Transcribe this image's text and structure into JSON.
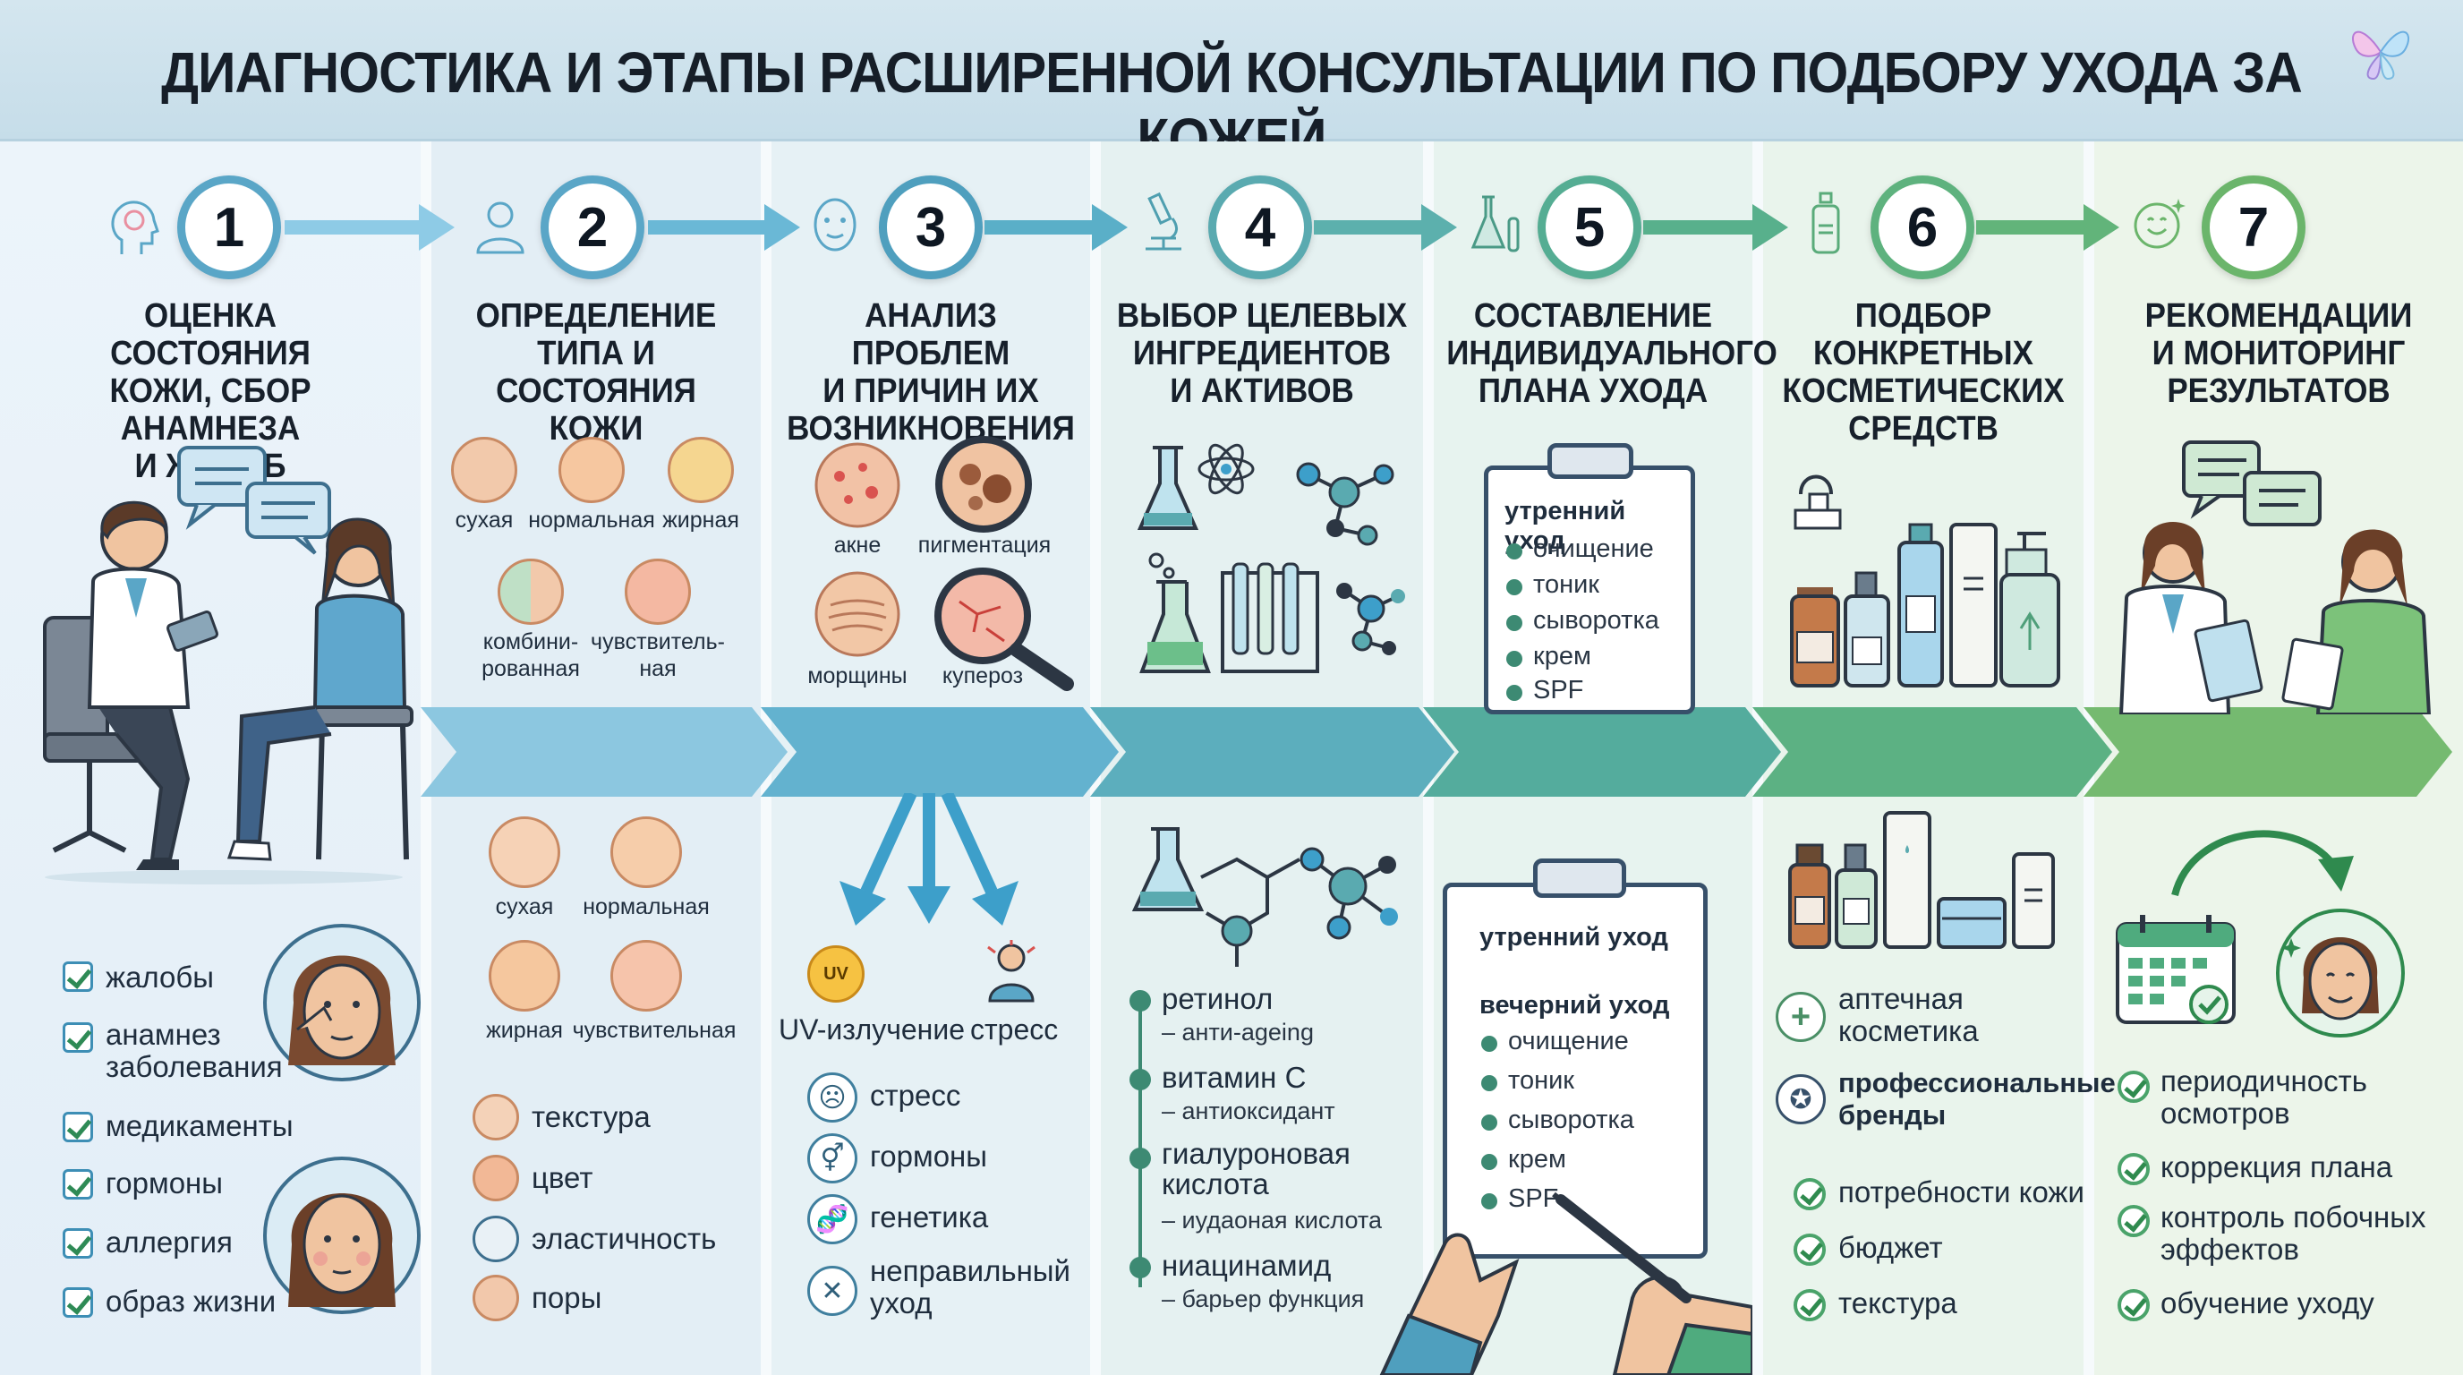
{
  "title": "ДИАГНОСТИКА И ЭТАПЫ РАСШИРЕННОЙ КОНСУЛЬТАЦИИ ПО ПОДБОРУ УХОДА ЗА КОЖЕЙ",
  "colors": {
    "step1": "#5aa6c7",
    "step2": "#5aa6c7",
    "step3": "#4f9fbe",
    "step4": "#5aaab0",
    "step5": "#55ad93",
    "step6": "#5eb27e",
    "step7": "#6bb56b",
    "band": "#7fc0c9"
  },
  "steps": [
    {
      "number": "1",
      "icon": "head-brain-icon",
      "title": [
        "ОЦЕНКА СОСТОЯНИЯ",
        "КОЖИ, СБОР АНАМНЕЗА",
        "И ЖАЛОБ"
      ]
    },
    {
      "number": "2",
      "icon": "person-icon",
      "title": [
        "ОПРЕДЕЛЕНИЕ",
        "ТИПА И СОСТОЯНИЯ",
        "КОЖИ"
      ]
    },
    {
      "number": "3",
      "icon": "face-icon",
      "title": [
        "АНАЛИЗ ПРОБЛЕМ",
        "И ПРИЧИН ИХ",
        "ВОЗНИКНОВЕНИЯ"
      ]
    },
    {
      "number": "4",
      "icon": "microscope-icon",
      "title": [
        "ВЫБОР ЦЕЛЕВЫХ",
        "ИНГРЕДИЕНТОВ",
        "И АКТИВОВ"
      ]
    },
    {
      "number": "5",
      "icon": "flask-icon",
      "title": [
        "СОСТАВЛЕНИЕ",
        "ИНДИВИДУАЛЬНОГО",
        "ПЛАНА УХОДА"
      ]
    },
    {
      "number": "6",
      "icon": "bottle-icon",
      "title": [
        "ПОДБОР",
        "КОНКРЕТНЫХ",
        "КОСМЕТИЧЕСКИХ",
        "СРЕДСТВ"
      ]
    },
    {
      "number": "7",
      "icon": "smile-icon",
      "title": [
        "РЕКОМЕНДАЦИИ",
        "И МОНИТОРИНГ",
        "РЕЗУЛЬТАТОВ"
      ]
    }
  ],
  "col1": {
    "checklist": [
      "жалобы",
      "анамнез\nзаболевания",
      "медикаменты",
      "гормоны",
      "аллергия",
      "образ жизни"
    ]
  },
  "col2": {
    "types_top": [
      "сухая",
      "нормальная",
      "жирная",
      "комбини-\nрованная",
      "чувствитель-\nная"
    ],
    "types_bottom": [
      "сухая",
      "нормальная",
      "жирная",
      "чувствительная"
    ],
    "params": [
      "текстура",
      "цвет",
      "эластичность",
      "поры"
    ]
  },
  "col3": {
    "problems": [
      "акне",
      "пигментация",
      "морщины",
      "купероз"
    ],
    "factors": [
      "UV-излучение",
      "стресс"
    ],
    "uv_label": "UV",
    "causes": [
      "стресс",
      "гормоны",
      "генетика",
      "неправильный\nуход"
    ]
  },
  "col4": {
    "ingredients": [
      {
        "name": "ретинол",
        "desc": "– анти-ageing"
      },
      {
        "name": "витамин С",
        "desc": "– антиоксидант"
      },
      {
        "name": "гиалуроновая\nкислота",
        "desc": "– иудаоная кислота"
      },
      {
        "name": "ниацинамид",
        "desc": "– барьер функция"
      }
    ]
  },
  "col5": {
    "clip1": {
      "heading": "утренний уход",
      "items": [
        "очищение",
        "тоник",
        "сыворотка",
        "крем",
        "SPF"
      ]
    },
    "clip2": {
      "heading1": "утренний уход",
      "heading2": "вечерний уход",
      "items": [
        "очищение",
        "тоник",
        "сыворотка",
        "крем",
        "SPF"
      ]
    }
  },
  "col6": {
    "pharmacy": "аптечная\nкосметика",
    "professional": "профессиональные\nбренды",
    "criteria": [
      "потребности кожи",
      "бюджет",
      "текстура"
    ]
  },
  "col7": {
    "items": [
      "периодичность\nосмотров",
      "коррекция плана",
      "контроль побочных\nэффектов",
      "обучение уходу"
    ]
  }
}
